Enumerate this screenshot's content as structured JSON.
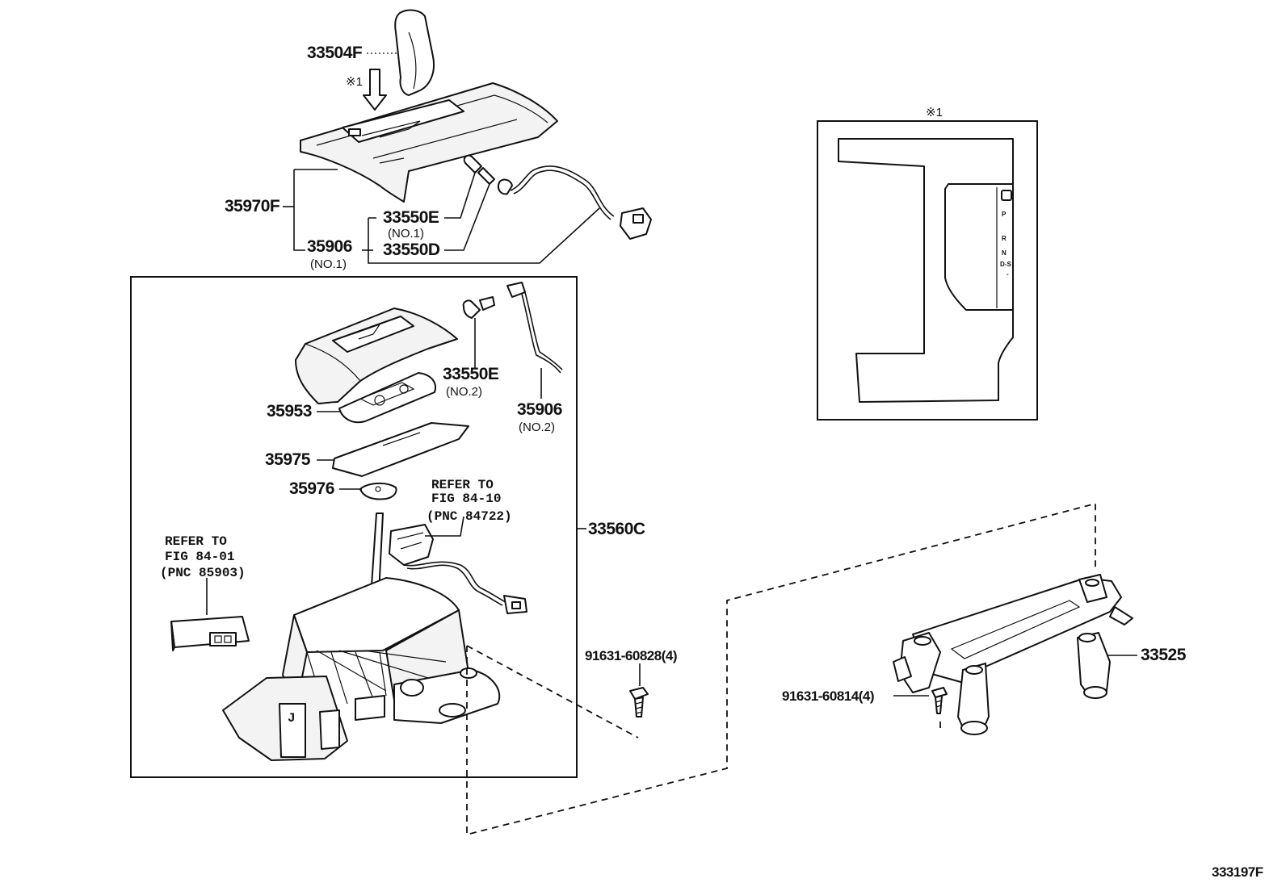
{
  "diagram": {
    "figure_code": "333197F",
    "note_symbol": "※1",
    "labels": {
      "p33504F": "33504F",
      "p35970F": "35970F",
      "p33550E_1": "33550E",
      "p33550E_1_sub": "(NO.1)",
      "p35906_1": "35906",
      "p35906_1_sub": "(NO.1)",
      "p33550D": "33550D",
      "p33550E_2": "33550E",
      "p33550E_2_sub": "(NO.2)",
      "p35906_2": "35906",
      "p35906_2_sub": "(NO.2)",
      "p35953": "35953",
      "p35975": "35975",
      "p35976": "35976",
      "p33560C": "33560C",
      "p33525": "33525",
      "bolt_1": "91631-60828(4)",
      "bolt_2": "91631-60814(4)"
    },
    "refs": {
      "ref_a_line1": "REFER TO",
      "ref_a_line2": "FIG 84-10",
      "ref_a_line3": "(PNC 84722)",
      "ref_b_line1": "REFER TO",
      "ref_b_line2": "FIG 84-01",
      "ref_b_line3": "(PNC 85903)"
    },
    "detail": {
      "gear_p": "P",
      "gear_r": "R",
      "gear_n": "N",
      "gear_d": "D-S",
      "gear_mark": "-"
    }
  }
}
